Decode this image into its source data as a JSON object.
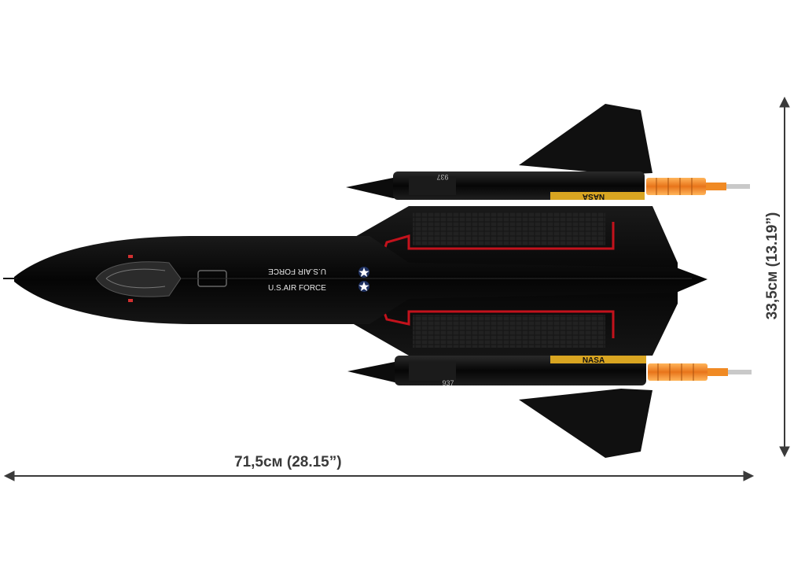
{
  "dimensions": {
    "width_label": "71,5см (28.15”)",
    "height_label": "33,5см (13.19”)"
  },
  "markings": {
    "fuselage_text_upper": "U.S.AIR FORCE",
    "fuselage_text_lower": "U.S.AIR FORCE",
    "engine_number_upper": "937",
    "engine_number_lower": "937",
    "tail_code_upper": "NASA",
    "tail_code_lower": "NASA"
  },
  "colors": {
    "background": "#ffffff",
    "aircraft_body": "#0c0c0c",
    "aircraft_panel": "#1c1c1c",
    "trim_red": "#c3121c",
    "afterburner_orange": "#f08a24",
    "nasa_yellow": "#d9a521",
    "dimension_line": "#3a3a3a"
  }
}
